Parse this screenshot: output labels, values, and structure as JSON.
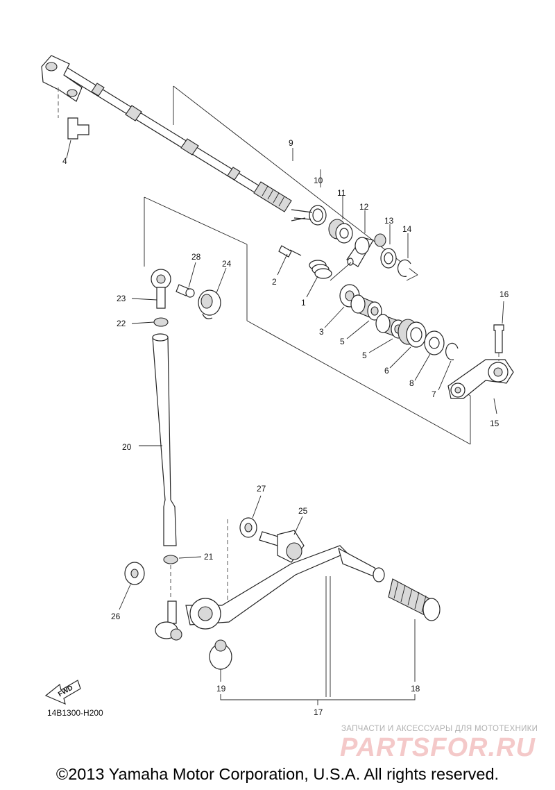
{
  "diagram": {
    "drawing_code": "14B1300-H200",
    "fwd_label": "FWD",
    "parts": [
      {
        "id": "p1",
        "number": "1"
      },
      {
        "id": "p2",
        "number": "2"
      },
      {
        "id": "p3",
        "number": "3"
      },
      {
        "id": "p4",
        "number": "4"
      },
      {
        "id": "p5a",
        "number": "5"
      },
      {
        "id": "p5b",
        "number": "5"
      },
      {
        "id": "p6",
        "number": "6"
      },
      {
        "id": "p7",
        "number": "7"
      },
      {
        "id": "p8",
        "number": "8"
      },
      {
        "id": "p9",
        "number": "9"
      },
      {
        "id": "p10",
        "number": "10"
      },
      {
        "id": "p11",
        "number": "11"
      },
      {
        "id": "p12",
        "number": "12"
      },
      {
        "id": "p13",
        "number": "13"
      },
      {
        "id": "p14",
        "number": "14"
      },
      {
        "id": "p15",
        "number": "15"
      },
      {
        "id": "p16",
        "number": "16"
      },
      {
        "id": "p17",
        "number": "17"
      },
      {
        "id": "p18",
        "number": "18"
      },
      {
        "id": "p19",
        "number": "19"
      },
      {
        "id": "p20",
        "number": "20"
      },
      {
        "id": "p21",
        "number": "21"
      },
      {
        "id": "p22",
        "number": "22"
      },
      {
        "id": "p23",
        "number": "23"
      },
      {
        "id": "p24",
        "number": "24"
      },
      {
        "id": "p25",
        "number": "25"
      },
      {
        "id": "p26",
        "number": "26"
      },
      {
        "id": "p27",
        "number": "27"
      },
      {
        "id": "p28",
        "number": "28"
      }
    ]
  },
  "watermark": {
    "tagline": "ЗАПЧАСТИ И АКСЕССУАРЫ ДЛЯ МОТОТЕХНИКИ",
    "logo": "PARTSFOR.RU"
  },
  "footer": {
    "copyright": "©2013 Yamaha Motor Corporation, U.S.A. All rights reserved."
  }
}
